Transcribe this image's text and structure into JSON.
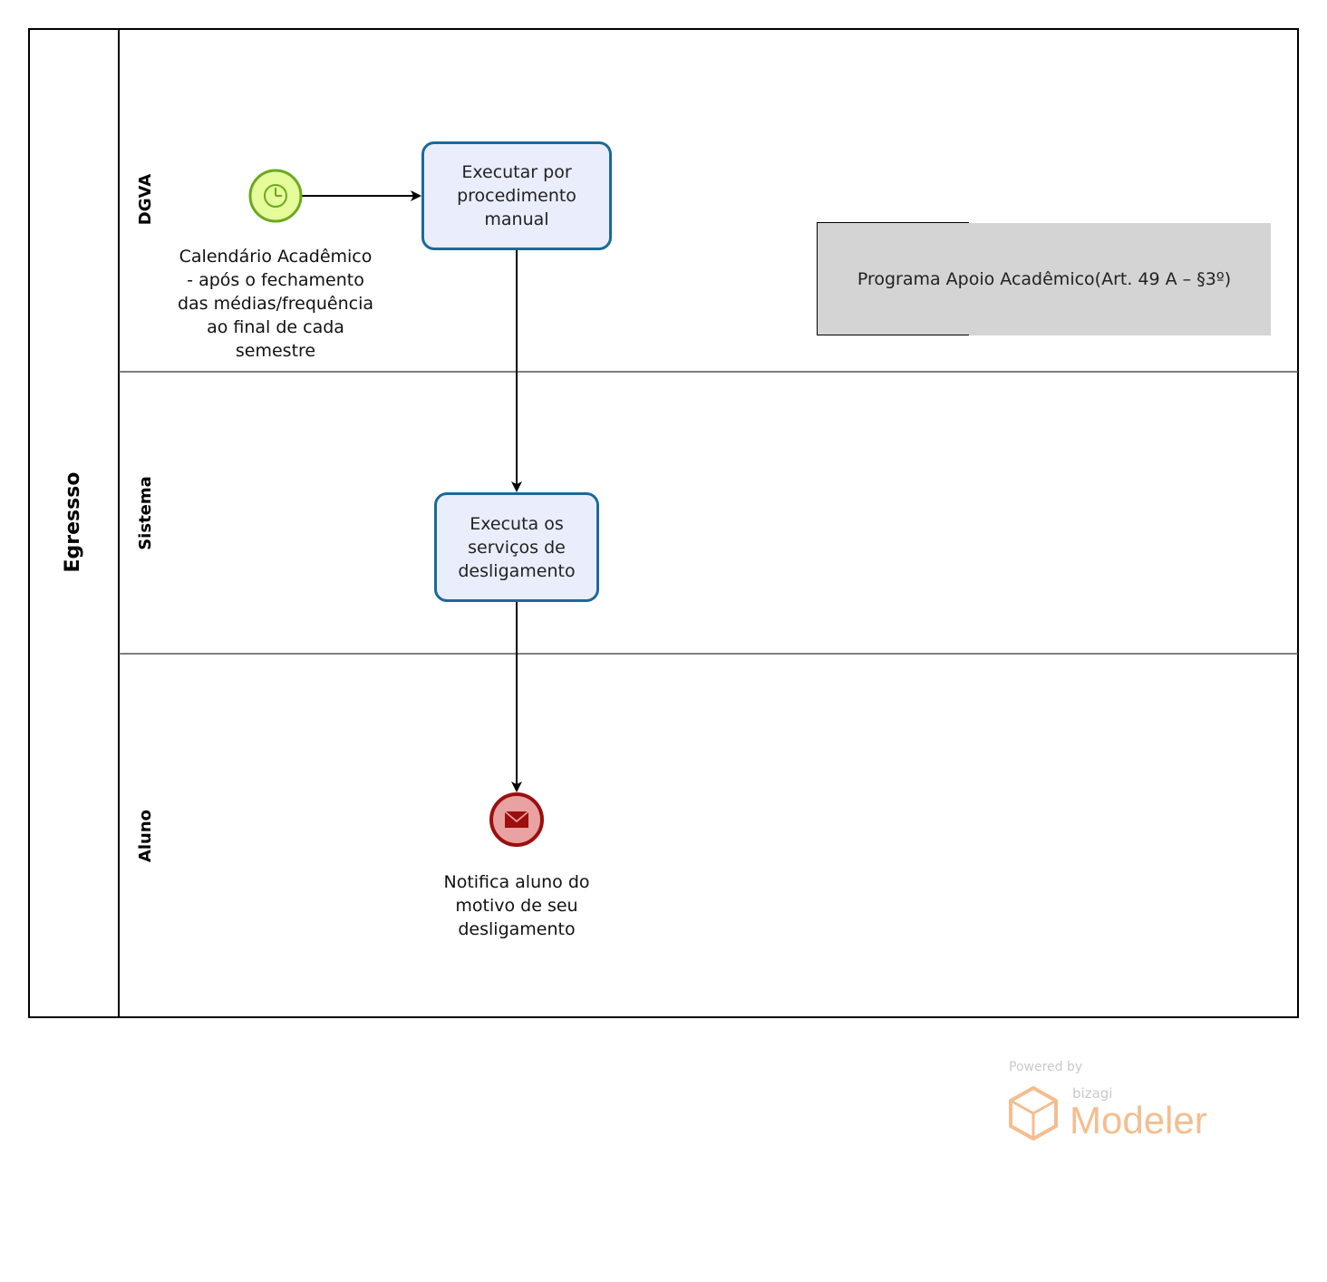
{
  "pool": {
    "label": "Egressso"
  },
  "lanes": [
    {
      "id": "dgva",
      "label": "DGVA"
    },
    {
      "id": "sistema",
      "label": "Sistema"
    },
    {
      "id": "aluno",
      "label": "Aluno"
    }
  ],
  "start_event": {
    "type": "timer",
    "label": "Calendário Acadêmico - após o fechamento das médias/frequência ao final de cada semestre",
    "label_lines": [
      "Calendário Acadêmico",
      "- após o fechamento",
      "das médias/frequência",
      "ao final de cada",
      "semestre"
    ]
  },
  "tasks": [
    {
      "id": "task1",
      "lines": [
        "Executar por",
        "procedimento",
        "manual"
      ]
    },
    {
      "id": "task2",
      "lines": [
        "Executa os",
        "serviços de",
        "desligamento"
      ]
    }
  ],
  "end_event": {
    "type": "message",
    "label_lines": [
      "Notifica aluno do",
      "motivo de seu",
      "desligamento"
    ]
  },
  "annotation": {
    "text": "Programa Apoio Acadêmico(Art. 49 A – §3º)"
  },
  "watermark": {
    "powered": "Powered by",
    "brand": "bizagi",
    "product": "Modeler"
  },
  "colors": {
    "task_border": "#1b6a9a",
    "task_fill": "#e9edfc",
    "start_fill": "#e6fb9a",
    "start_stroke": "#6aaa1e",
    "end_fill": "#e8a2a2",
    "end_stroke": "#9b0f0f",
    "watermark": "#f4b27c"
  }
}
